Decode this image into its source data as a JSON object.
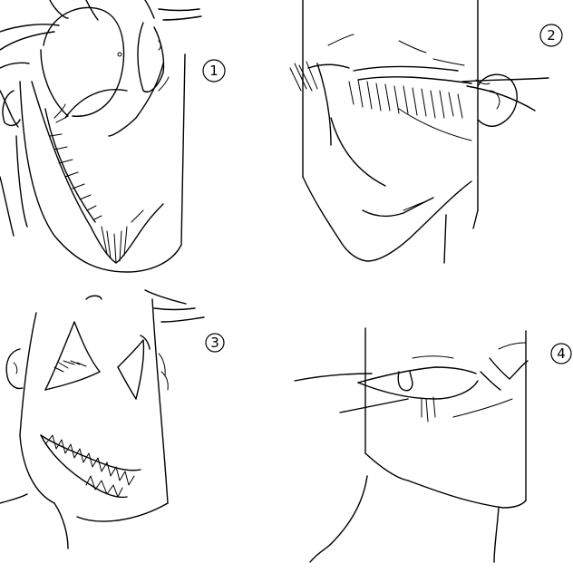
{
  "panels": [
    {
      "number_label": "1"
    },
    {
      "number_label": "2"
    },
    {
      "number_label": "3"
    },
    {
      "number_label": "4"
    }
  ],
  "colors": {
    "background": "#ffffff",
    "ink": "#000000"
  }
}
